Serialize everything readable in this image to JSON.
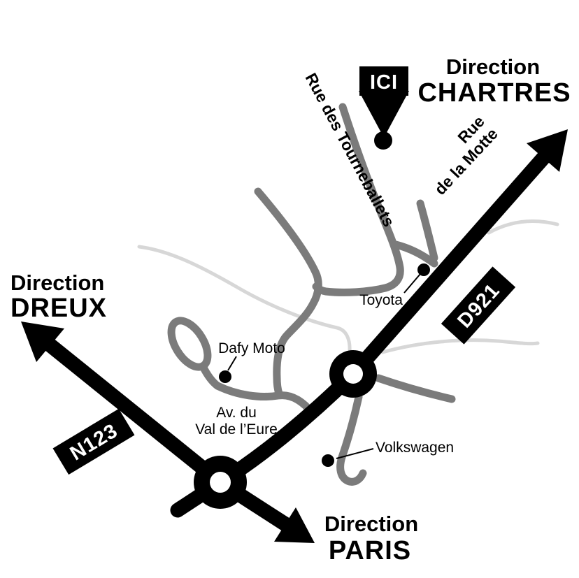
{
  "map": {
    "background": "#ffffff",
    "colors": {
      "primary_road": "#000000",
      "secondary_road": "#7b7b7b",
      "minor_road": "#d7d7d7",
      "badge_bg": "#000000",
      "badge_text": "#ffffff"
    },
    "directions": {
      "chartres": {
        "line1": "Direction",
        "line2": "CHARTRES"
      },
      "dreux": {
        "line1": "Direction",
        "line2": "DREUX"
      },
      "paris": {
        "line1": "Direction",
        "line2": "PARIS"
      }
    },
    "here_marker": {
      "label": "ICI"
    },
    "road_numbers": {
      "d921": "D921",
      "n123": "N123"
    },
    "streets": {
      "tourneballets": "Rue des Tourneballets",
      "motte_line1": "Rue",
      "motte_line2": "de la Motte",
      "avenue_line1": "Av. du",
      "avenue_line2": "Val de l’Eure"
    },
    "pois": {
      "toyota": "Toyota",
      "dafy": "Dafy Moto",
      "volkswagen": "Volkswagen"
    }
  }
}
